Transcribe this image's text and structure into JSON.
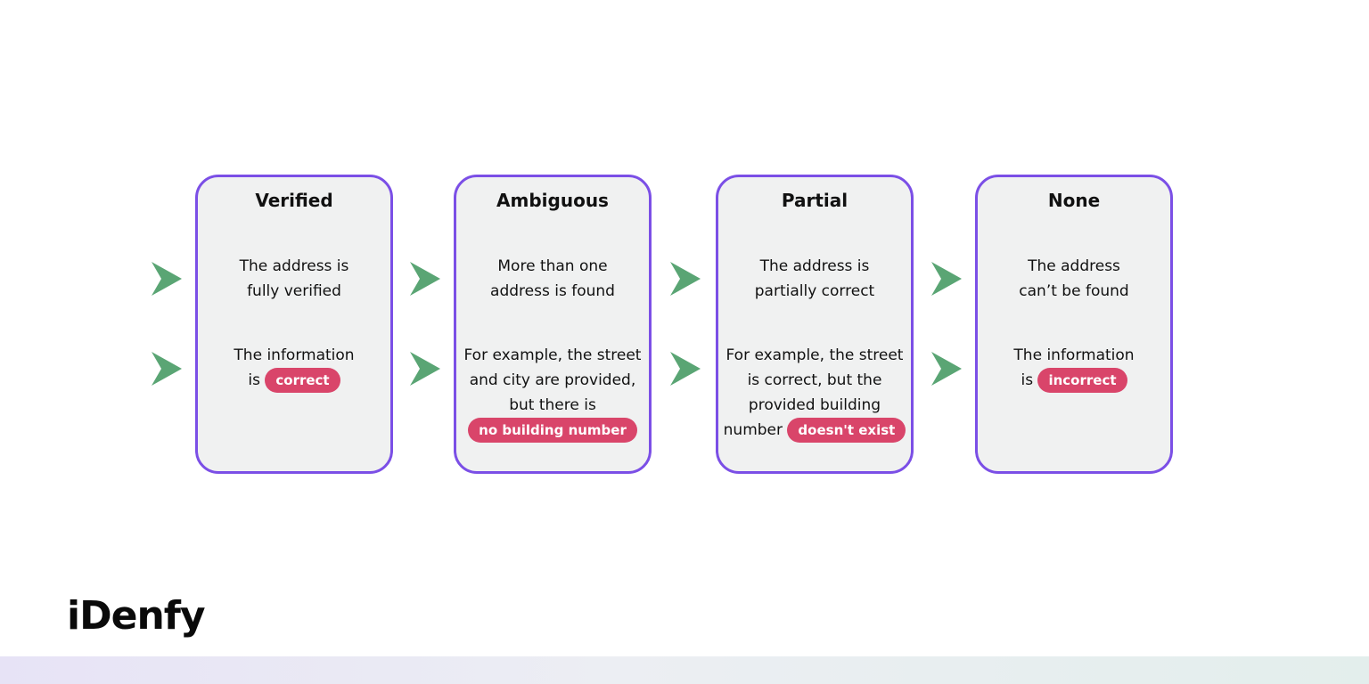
{
  "cards": [
    {
      "title": "Verified",
      "line1a": "The address is",
      "line1b": "fully verified",
      "line2a": "The information",
      "line2b": "is",
      "pill": "correct"
    },
    {
      "title": "Ambiguous",
      "line1a": "More than one",
      "line1b": "address is found",
      "line2a": "For example, the street",
      "line2b": "and city are provided,",
      "line2c": "but there is",
      "pill": "no building number"
    },
    {
      "title": "Partial",
      "line1a": "The address is",
      "line1b": "partially correct",
      "line2a": "For example, the street",
      "line2b": "is correct, but the",
      "line2c": "provided building",
      "line2d": "number",
      "pill": "doesn't exist"
    },
    {
      "title": "None",
      "line1a": "The address",
      "line1b": "can’t be found",
      "line2a": "The information",
      "line2b": "is",
      "pill": "incorrect"
    }
  ],
  "brand": {
    "name": "iDenfy"
  },
  "colors": {
    "border": "#7b4fe6",
    "pill": "#d9456a",
    "arrow": "#5aa574"
  }
}
